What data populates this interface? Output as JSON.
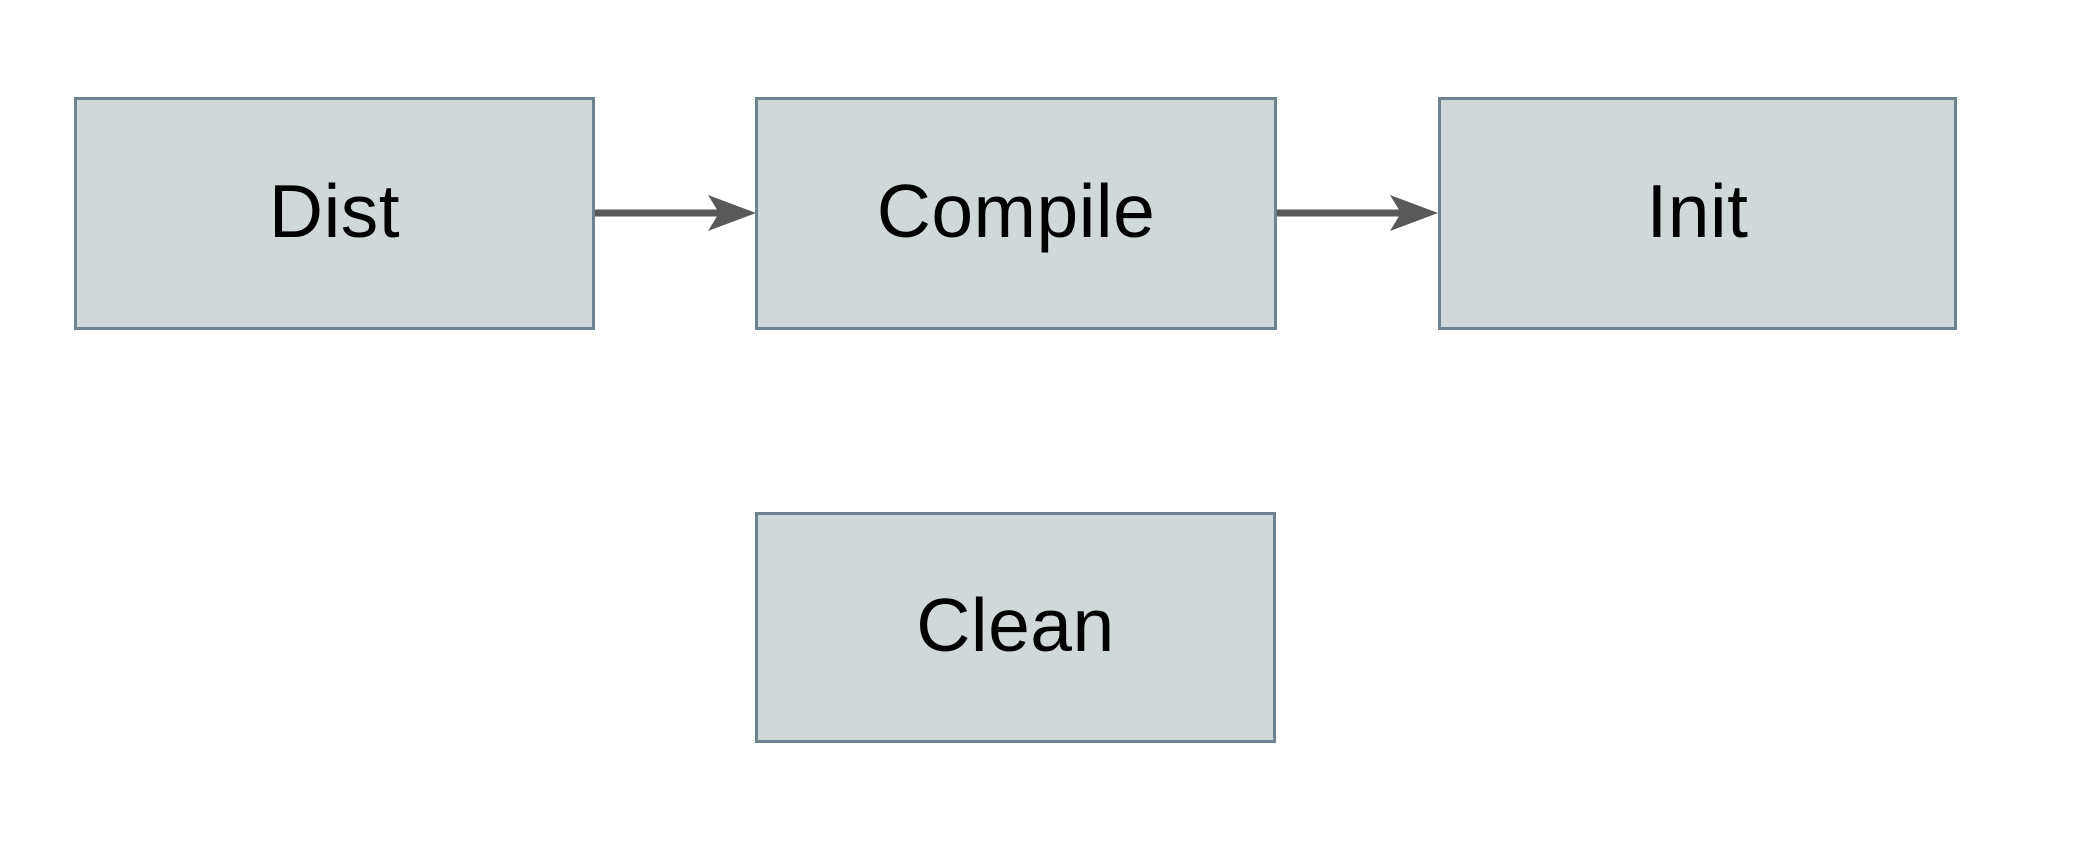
{
  "diagram": {
    "title": "build-targets-flowchart",
    "background": "#ffffff",
    "colors": {
      "node_fill": "#d1d8da",
      "node_border": "#6e8290",
      "arrow": "#595959",
      "text": "#000000"
    },
    "nodes": {
      "dist": {
        "label": "Dist"
      },
      "compile": {
        "label": "Compile"
      },
      "init": {
        "label": "Init"
      },
      "clean": {
        "label": "Clean"
      }
    },
    "edges": [
      {
        "name": "dist-to-compile",
        "from": "dist",
        "to": "compile",
        "direction": "right"
      },
      {
        "name": "compile-to-init",
        "from": "compile",
        "to": "init",
        "direction": "right"
      }
    ]
  }
}
